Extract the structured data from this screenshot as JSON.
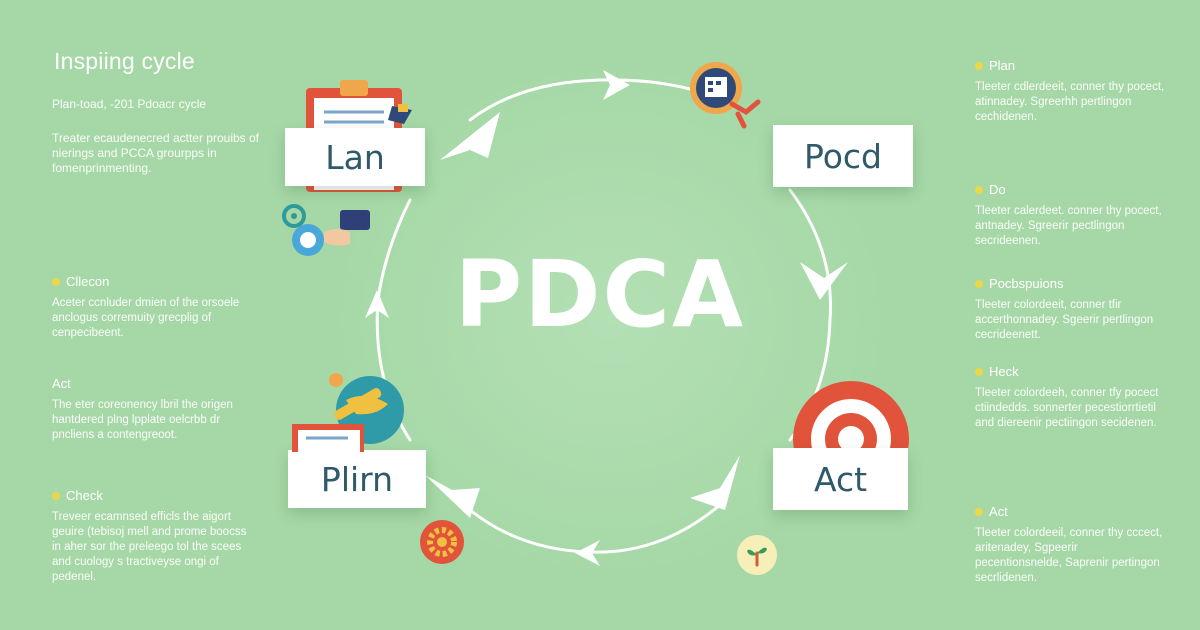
{
  "left": {
    "title": "Inspiing cycle",
    "subtitle": "Plan-toad, -201 Pdoacr cycle",
    "intro": "Treater ecaudenecred actter prouibs of nierings and PCCA grourpps in fomenprinmenting.",
    "sections": [
      {
        "heading": "Cllecon",
        "bullet": true,
        "body": "Aceter ccnluder dmien of the orsoele anclogus corremuity grecplig of cenpecibeent."
      },
      {
        "heading": "Act",
        "bullet": false,
        "body": "The eter coreonency lbril the origen hantdered plng lpplate oelcrbb dr pncliens a contengreoot."
      },
      {
        "heading": "Check",
        "bullet": true,
        "body": "Treveer ecamnsed efficls the aigort geuire (tebisoj mell and prome boocss in aher sor the preleego tol the scees and cuology s tractiveyse ongi of pedenel."
      }
    ]
  },
  "right": {
    "sections": [
      {
        "heading": "Plan",
        "body": "Tleeter cdlerdeeit, conner thy pocect, atinnadey. Sgreerhh pertlingon cechidenen."
      },
      {
        "heading": "Do",
        "body": "Tleeter calerdeet. conner thy pocect, antnadey. Sgreerir pectlingon secrideenen."
      },
      {
        "heading": "Pocbspuions",
        "body": "Tleeter colordeeit, conner tfir accerthonnadey. Sgeerir pertlingon cecrideenett."
      },
      {
        "heading": "Heck",
        "body": "Tleeter colordeeh, conner tfy pocect ctiindedds. sonnerter pecestiorrtietil and diereenir pectiingon secidenen."
      },
      {
        "heading": "Act",
        "body": "Tleeter colordeeil, conner thy cccect, aritenadey, Sgpeerir pecentionsnelde, Saprenir pertingon secrlidenen."
      }
    ]
  },
  "diagram": {
    "center_label": "PDCA",
    "cards": {
      "top_left": "Lan",
      "top_right": "Pocd",
      "bottom_left": "Plirn",
      "bottom_right": "Act"
    }
  },
  "icons": [
    "clipboard-icon",
    "calendar-badge-icon",
    "gears-hand-icon",
    "globe-tools-icon",
    "target-icon",
    "gear-badge-icon",
    "sprout-badge-icon"
  ],
  "colors": {
    "background": "#a6d8a7",
    "bullet": "#ead84a",
    "card_text": "#2f5a6a",
    "accent_red": "#e2533b",
    "accent_orange": "#f0a64a"
  }
}
